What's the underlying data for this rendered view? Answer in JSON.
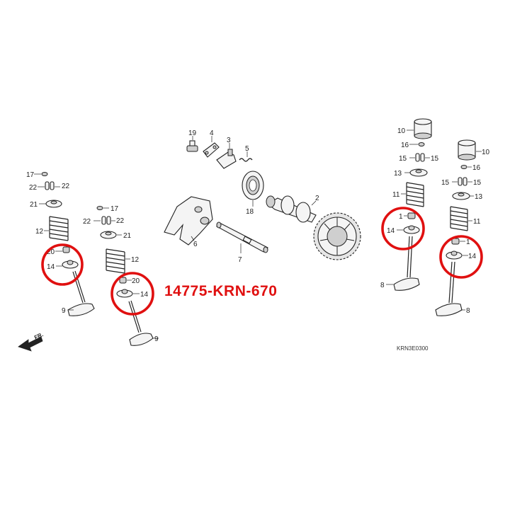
{
  "part_number": "14775-KRN-670",
  "diagram_code": "KRN3E0300",
  "front_label": "FR.",
  "highlight_color": "#e01010",
  "callouts": [
    "1",
    "2",
    "3",
    "4",
    "5",
    "6",
    "7",
    "8",
    "9",
    "10",
    "11",
    "12",
    "13",
    "14",
    "15",
    "16",
    "17",
    "18",
    "19",
    "20",
    "21",
    "22"
  ]
}
